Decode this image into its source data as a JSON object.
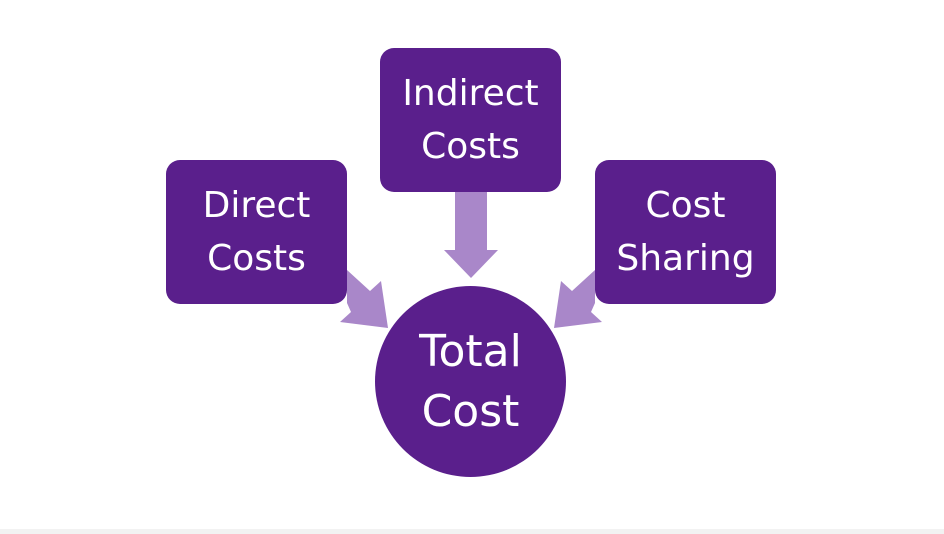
{
  "colors": {
    "box_fill": "#5a1f8c",
    "arrow_fill": "#a987c9"
  },
  "nodes": {
    "indirect": {
      "label": "Indirect\nCosts"
    },
    "direct": {
      "label": "Direct\nCosts"
    },
    "sharing": {
      "label": "Cost\nSharing"
    },
    "total": {
      "label": "Total\nCost"
    }
  }
}
